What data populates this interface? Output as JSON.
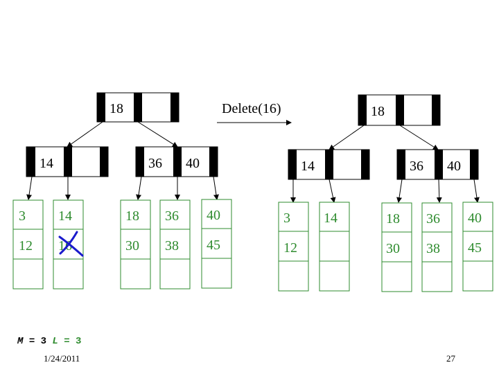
{
  "operation_label": "Delete(16)",
  "params": {
    "m_var": "M",
    "m_val": "= 3",
    "l_var": "L",
    "l_val": "= 3"
  },
  "footer": {
    "date": "1/24/2011",
    "page": "27"
  },
  "colors": {
    "leaf_border": "#2e8b2e",
    "leaf_text": "#2e8b2e",
    "strike": "#1a1acc"
  },
  "before": {
    "root": [
      "18",
      ""
    ],
    "internal_left": [
      "14",
      ""
    ],
    "internal_right": [
      "36",
      "40"
    ],
    "leaves": [
      [
        "3",
        "12",
        ""
      ],
      [
        "14",
        "16",
        ""
      ],
      [
        "18",
        "30",
        ""
      ],
      [
        "36",
        "38",
        ""
      ],
      [
        "40",
        "45",
        ""
      ]
    ],
    "deleted_key": "16"
  },
  "after": {
    "root": [
      "18",
      ""
    ],
    "internal_left": [
      "14",
      ""
    ],
    "internal_right": [
      "36",
      "40"
    ],
    "leaves": [
      [
        "3",
        "12",
        ""
      ],
      [
        "14",
        "",
        ""
      ],
      [
        "18",
        "30",
        ""
      ],
      [
        "36",
        "38",
        ""
      ],
      [
        "40",
        "45",
        ""
      ]
    ]
  }
}
